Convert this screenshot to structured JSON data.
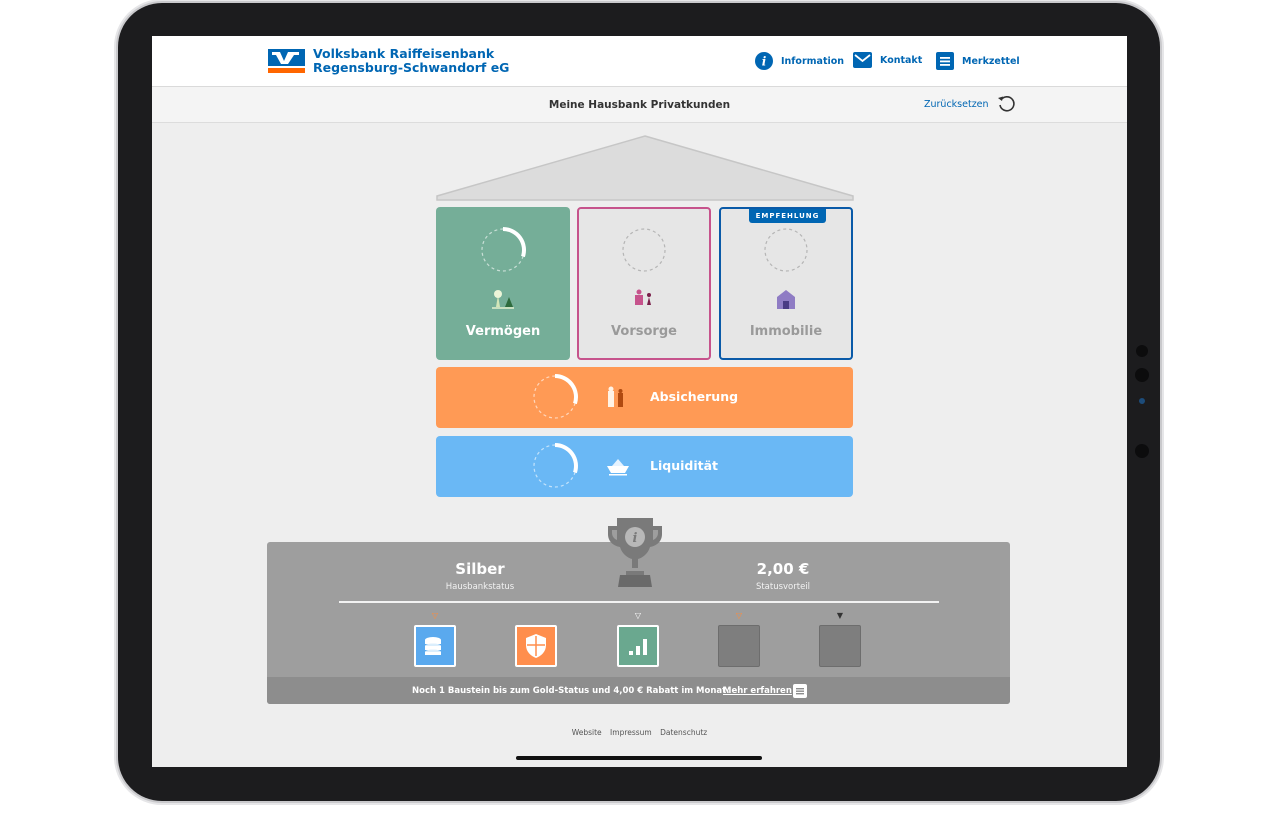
{
  "brand": {
    "line1": "Volksbank Raiffeisenbank",
    "line2": "Regensburg-Schwandorf eG"
  },
  "nav": {
    "information": "Information",
    "kontakt": "Kontakt",
    "merkzettel": "Merkzettel"
  },
  "page": {
    "title": "Meine Hausbank Privatkunden",
    "reset": "Zurücksetzen"
  },
  "house": {
    "tiles": [
      {
        "label": "Vermögen",
        "progress": 0.3,
        "selected": true
      },
      {
        "label": "Vorsorge",
        "progress": 0,
        "selected": false
      },
      {
        "label": "Immobilie",
        "progress": 0,
        "selected": false,
        "badge": "EMPFEHLUNG"
      }
    ],
    "bars": [
      {
        "label": "Absicherung",
        "progress": 0.3
      },
      {
        "label": "Liquidität",
        "progress": 0.3
      }
    ]
  },
  "status": {
    "level": "Silber",
    "level_caption": "Hausbankstatus",
    "advantage": "2,00 €",
    "advantage_caption": "Statusvorteil",
    "blocks": [
      {
        "name": "liquiditaet",
        "color": "#5aa9ee",
        "filled": true,
        "marker": "▽",
        "marker_color": "#ff8c3a"
      },
      {
        "name": "absicherung",
        "color": "#ff8e4d",
        "filled": true,
        "marker": "",
        "marker_color": "#ffffff"
      },
      {
        "name": "vermoegen",
        "color": "#6aa88f",
        "filled": true,
        "marker": "▽",
        "marker_color": "#ffffff"
      },
      {
        "name": "vorsorge",
        "color": "#7e7e7e",
        "filled": false,
        "marker": "▽",
        "marker_color": "#ff8c3a"
      },
      {
        "name": "immobilie",
        "color": "#7e7e7e",
        "filled": false,
        "marker": "▼",
        "marker_color": "#333333"
      }
    ],
    "note": "Noch 1 Baustein bis zum Gold-Status und 4,00 € Rabatt im Monat.",
    "more": "Mehr erfahren"
  },
  "footer": {
    "website": "Website",
    "impressum": "Impressum",
    "datenschutz": "Datenschutz"
  },
  "colors": {
    "brand_blue": "#0066b3",
    "brand_orange": "#ff6600",
    "vermoegen": "#75ae98",
    "absicherung": "#ff9a55",
    "liquiditaet": "#6ab8f5",
    "vorsorge_border": "#c6538c",
    "immobilie_border": "#0a5aa8"
  }
}
